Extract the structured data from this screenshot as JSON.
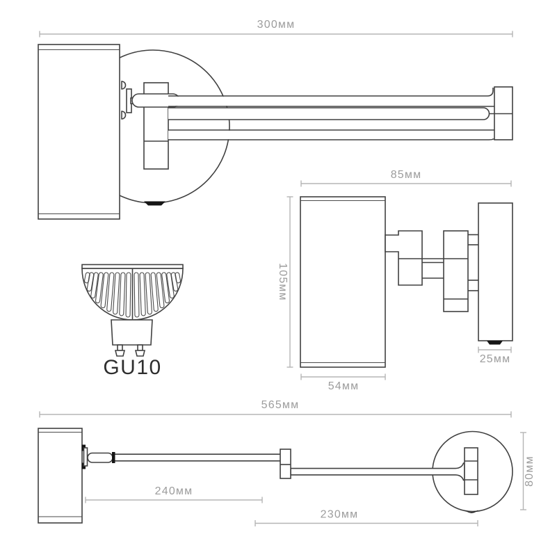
{
  "drawing": {
    "type": "technical-dimension-drawing",
    "subject": "adjustable wall spotlight",
    "colors": {
      "outline": "#404040",
      "dimension_line": "#b5b5b5",
      "dimension_text": "#9c9c9c",
      "label_text": "#2e2e2e",
      "background": "#ffffff",
      "accent_black": "#151515"
    },
    "views": {
      "top": {
        "dim_width": "300мм"
      },
      "side": {
        "dim_width": "85мм",
        "dim_height": "105мм",
        "dim_head_width": "54мм",
        "dim_plate_depth": "25мм"
      },
      "bulb": {
        "socket_label": "GU10"
      },
      "front": {
        "dim_total_length": "565мм",
        "dim_arm_inner": "240мм",
        "dim_arm_outer": "230мм",
        "dim_plate_height": "80мм"
      }
    }
  }
}
